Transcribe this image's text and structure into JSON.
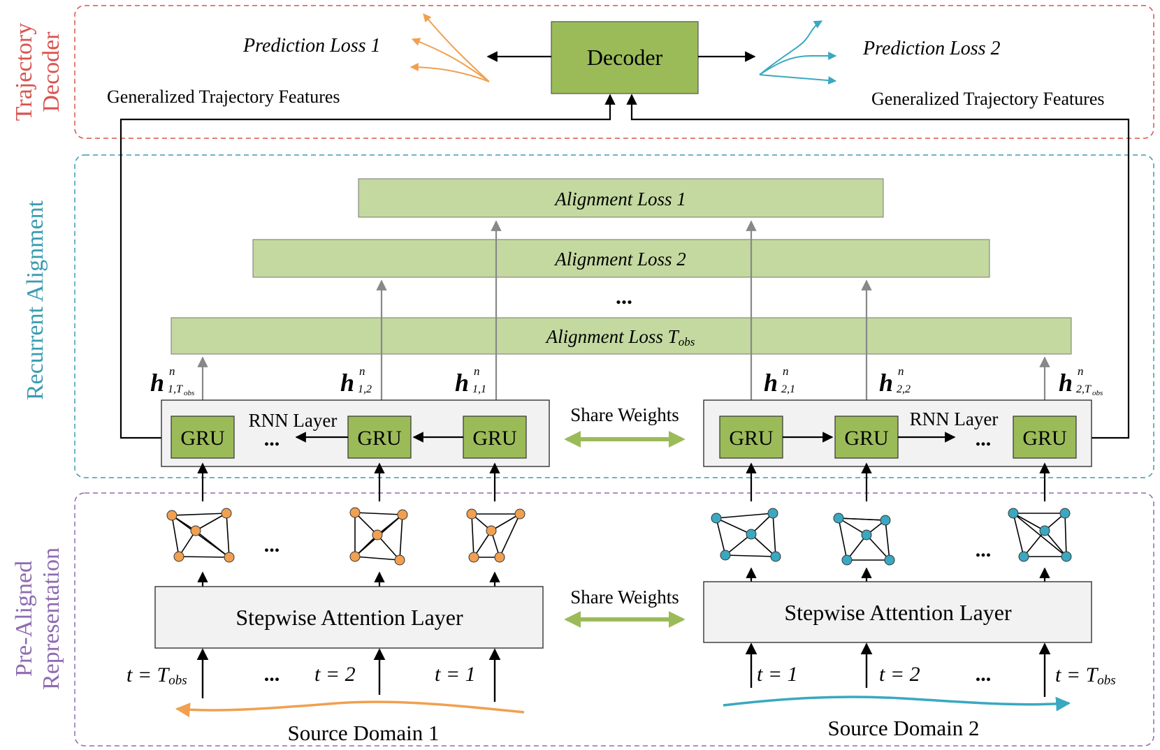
{
  "sections": {
    "decoder_title_line1": "Trajectory",
    "decoder_title_line2": "Decoder",
    "alignment_title": "Recurrent Alignment",
    "prealigned_title_line1": "Pre-Aligned",
    "prealigned_title_line2": "Representation"
  },
  "decoder": {
    "label": "Decoder",
    "loss_left": "Prediction Loss 1",
    "loss_right": "Prediction Loss 2",
    "features_left": "Generalized Trajectory Features",
    "features_right": "Generalized Trajectory Features"
  },
  "alignment": {
    "loss1": "Alignment Loss 1",
    "loss2": "Alignment Loss 2",
    "loss_t_prefix": "Alignment Loss T",
    "loss_t_sub": "obs",
    "ellipsis": "..."
  },
  "rnn": {
    "layer_label": "RNN Layer",
    "gru_label": "GRU",
    "share_weights": "Share Weights",
    "h_symbol": "h",
    "h_sup": "n",
    "left_subs": [
      "1,T",
      "1,2",
      "1,1"
    ],
    "left_sub_obs": "obs",
    "right_subs": [
      "2,1",
      "2,2",
      "2,T"
    ],
    "right_sub_obs": "obs"
  },
  "attention": {
    "label": "Stepwise Attention Layer",
    "share_weights": "Share Weights"
  },
  "time": {
    "t_obs_prefix": "t = T",
    "t_obs_sub": "obs",
    "t2": "t = 2",
    "t1": "t = 1"
  },
  "domains": {
    "source1": "Source Domain 1",
    "source2": "Source Domain 2"
  },
  "colors": {
    "decoder_border": "#d9534f",
    "alignment_border": "#3a9bb0",
    "prealigned_border": "#8e6bb0",
    "green_box": "#9bbb59",
    "loss_box": "#c4d9a0",
    "orange": "#f0a050",
    "teal": "#3aa8c0"
  }
}
